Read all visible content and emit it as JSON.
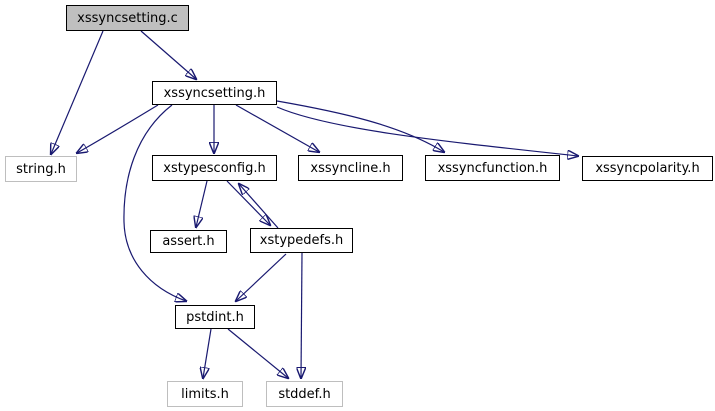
{
  "diagram": {
    "kind": "doxygen-include-dependency-graph",
    "root_file": "xssyncsetting.c",
    "colors": {
      "background": "#ffffff",
      "edge": "#191970",
      "node_border": "#000000",
      "external_node_border": "#bebebe",
      "root_node_fill": "#bfbfbf",
      "node_fill": "#ffffff",
      "text": "#000000"
    }
  },
  "nodes": [
    {
      "id": "xssyncsetting_c",
      "label": "xssyncsetting.c",
      "kind": "root"
    },
    {
      "id": "xssyncsetting_h",
      "label": "xssyncsetting.h",
      "kind": "internal"
    },
    {
      "id": "string_h",
      "label": "string.h",
      "kind": "external"
    },
    {
      "id": "xstypesconfig_h",
      "label": "xstypesconfig.h",
      "kind": "internal"
    },
    {
      "id": "xssyncline_h",
      "label": "xssyncline.h",
      "kind": "internal"
    },
    {
      "id": "xssyncfunction_h",
      "label": "xssyncfunction.h",
      "kind": "internal"
    },
    {
      "id": "xssyncpolarity_h",
      "label": "xssyncpolarity.h",
      "kind": "internal"
    },
    {
      "id": "assert_h",
      "label": "assert.h",
      "kind": "internal"
    },
    {
      "id": "xstypedefs_h",
      "label": "xstypedefs.h",
      "kind": "internal"
    },
    {
      "id": "pstdint_h",
      "label": "pstdint.h",
      "kind": "internal"
    },
    {
      "id": "limits_h",
      "label": "limits.h",
      "kind": "external"
    },
    {
      "id": "stddef_h",
      "label": "stddef.h",
      "kind": "external"
    }
  ],
  "edges": [
    {
      "from": "xssyncsetting.c",
      "to": "string.h"
    },
    {
      "from": "xssyncsetting.c",
      "to": "xssyncsetting.h"
    },
    {
      "from": "xssyncsetting.h",
      "to": "string.h"
    },
    {
      "from": "xssyncsetting.h",
      "to": "xstypesconfig.h"
    },
    {
      "from": "xssyncsetting.h",
      "to": "xssyncline.h"
    },
    {
      "from": "xssyncsetting.h",
      "to": "xssyncfunction.h"
    },
    {
      "from": "xssyncsetting.h",
      "to": "xssyncpolarity.h"
    },
    {
      "from": "xssyncsetting.h",
      "to": "pstdint.h"
    },
    {
      "from": "xstypesconfig.h",
      "to": "assert.h"
    },
    {
      "from": "xstypesconfig.h",
      "to": "xstypedefs.h"
    },
    {
      "from": "xstypedefs.h",
      "to": "xstypesconfig.h"
    },
    {
      "from": "xstypedefs.h",
      "to": "pstdint.h"
    },
    {
      "from": "xstypedefs.h",
      "to": "stddef.h"
    },
    {
      "from": "pstdint.h",
      "to": "limits.h"
    },
    {
      "from": "pstdint.h",
      "to": "stddef.h"
    }
  ]
}
